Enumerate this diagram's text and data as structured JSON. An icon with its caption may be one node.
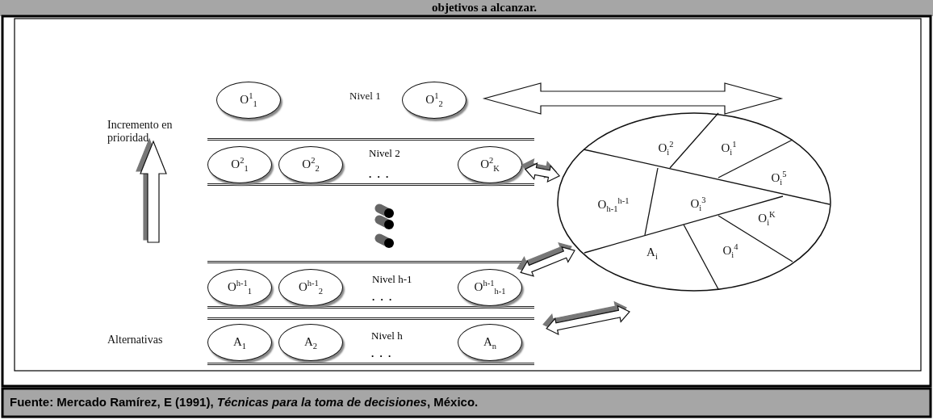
{
  "diagram": {
    "title": "objetivos a alcanzar.",
    "caption": "Fuente: Mercado Ramírez, E  (1991), *Técnicas para la toma de decisiones*, México.",
    "nodes": [
      {
        "text": [
          "O$^{1}$$_{1}$"
        ]
      },
      {
        "text": [
          "O$^{1}$$_{2}$"
        ]
      },
      {
        "text": [
          "Nivel 2",
          ". . ."
        ]
      },
      {
        "text": [
          "O$^{2}$$_{1}$"
        ],
        "in": 2
      },
      {
        "text": [
          "O$^{2}$$_{2}$"
        ],
        "in": 2
      },
      {
        "text": [
          "O$^{2}$$_{K}$"
        ],
        "in": 2
      },
      {
        "text": [
          "Nivel h-1",
          ". . ."
        ]
      },
      {
        "text": [
          "O$^{h-1}$$_{1}$"
        ],
        "in": 6
      },
      {
        "text": [
          "O$^{h-1}$$_{2}$"
        ],
        "in": 6
      },
      {
        "text": [
          "O$^{h-1}$$_{h-1}$"
        ],
        "in": 6
      },
      {
        "text": [
          "Nivel h",
          ". . ."
        ]
      },
      {
        "text": [
          "A$_{1}$"
        ],
        "in": 10
      },
      {
        "text": [
          "A$_{2}$"
        ],
        "in": 10
      },
      {
        "text": [
          "A$_{n}$"
        ],
        "in": 10
      },
      {
        "text": [],
        "shape": "circle"
      },
      {
        "text": [
          "O$_{i}$$^{2}$"
        ],
        "in": 14
      },
      {
        "text": [
          "O$_{i}$$^{1}$"
        ],
        "in": 14
      },
      {
        "text": [
          "O$_{i}$$^{5}$"
        ],
        "in": 14
      },
      {
        "text": [
          "O$_{h-1}$$^{h-1}$"
        ],
        "in": 14
      },
      {
        "text": [
          "O$_{i}$$^{3}$"
        ],
        "in": 14
      },
      {
        "text": [
          "O$_{i}$$^{K}$"
        ],
        "in": 14
      },
      {
        "text": [
          "A$_{i}$"
        ],
        "in": 14
      },
      {
        "text": [
          "O$_{i}$$^{4}$"
        ],
        "in": 14
      }
    ],
    "edges": [
      {
        "from": 5,
        "to": 14,
        "arrow": "both"
      },
      {
        "from": 9,
        "to": 14,
        "arrow": "both"
      },
      {
        "from": 13,
        "to": null,
        "arrow": "both"
      }
    ],
    "labels": [
      "Nivel 1",
      "Incremento en prioridad",
      "Alternativas"
    ]
  }
}
